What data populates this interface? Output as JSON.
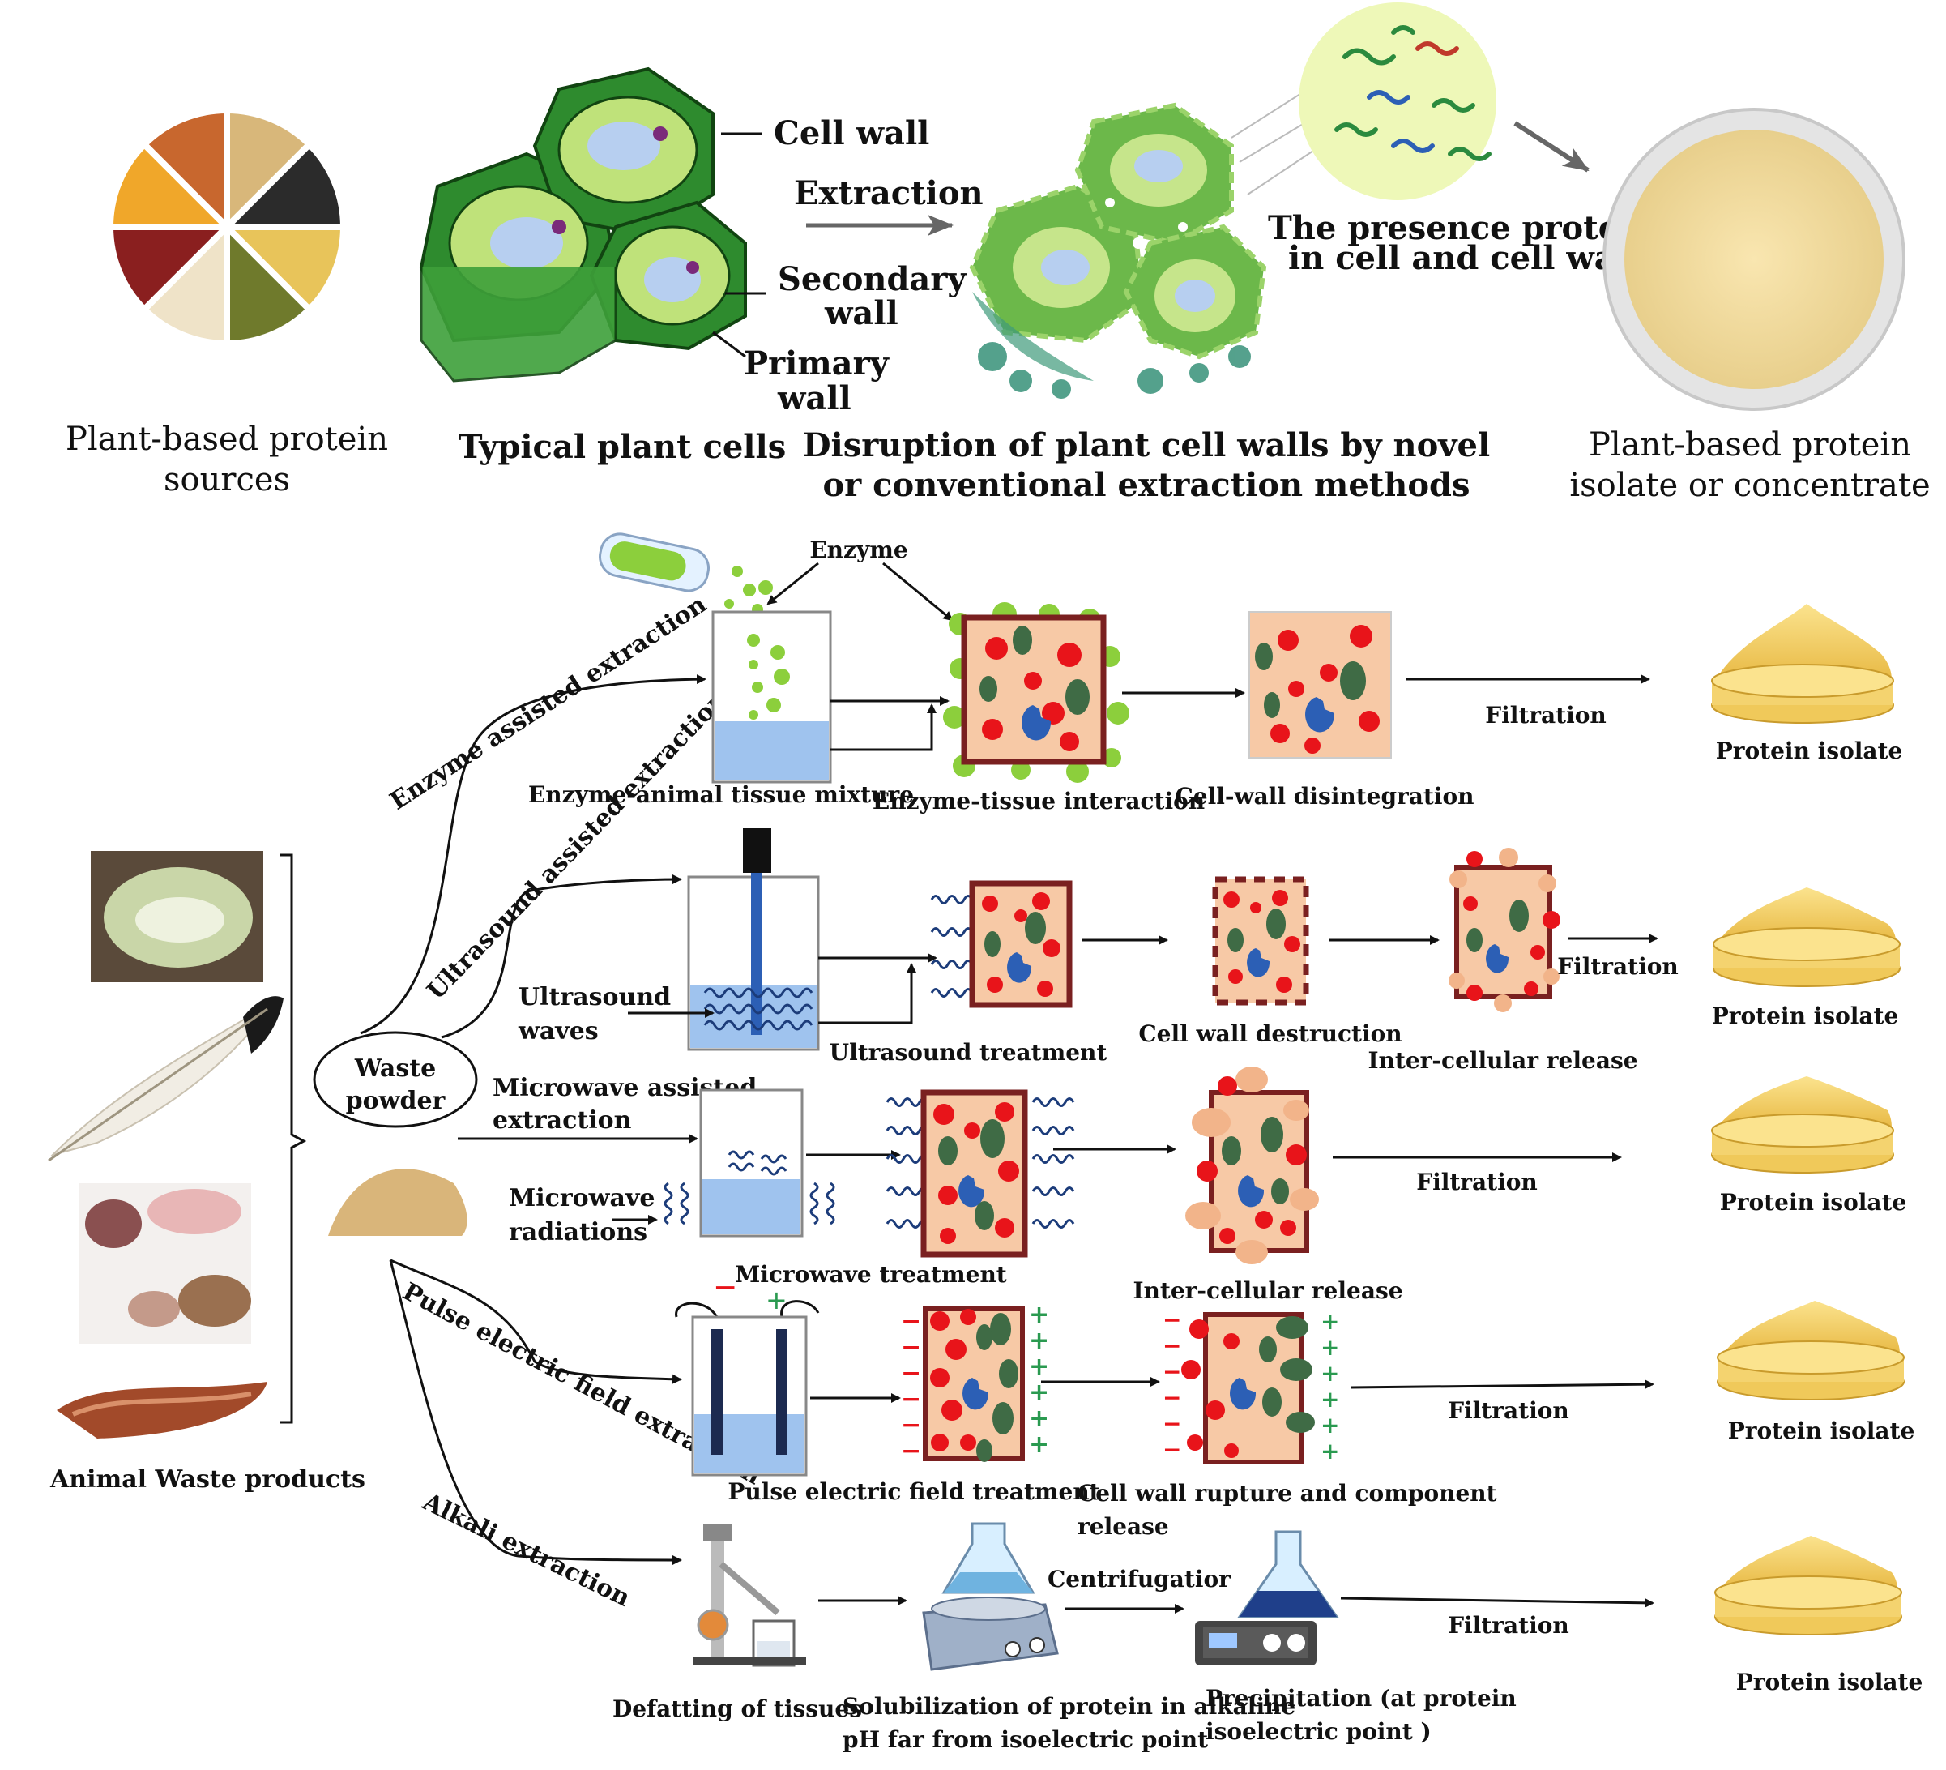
{
  "top": {
    "plant_sources": [
      "Plant-based protein",
      "sources"
    ],
    "typical_cells": "Typical plant cells",
    "cell_wall": "Cell wall",
    "extraction": "Extraction",
    "secondary_wall": [
      "Secondary",
      "wall"
    ],
    "primary_wall": [
      "Primary",
      "wall"
    ],
    "disruption": [
      "Disruption of plant cell walls by novel",
      "or conventional extraction methods"
    ],
    "presence": [
      "The presence proteins",
      "in cell and cell wall"
    ],
    "isolate_concentrate": [
      "Plant-based protein",
      "isolate or concentrate"
    ]
  },
  "bottom": {
    "animal_waste": "Animal Waste products",
    "waste_powder": [
      "Waste",
      "powder"
    ],
    "enzyme": "Enzyme",
    "enzyme_route": "Enzyme assisted extraction",
    "ultrasound_route": "Ultrasound assisted extraction",
    "microwave_route": [
      "Microwave assisted",
      "extraction"
    ],
    "pef_route": "Pulse electric field extraction",
    "alkali_route": "Alkali extraction",
    "enzyme_mixture": "Enzyme-animal tissue mixture",
    "enzyme_interaction": "Enzyme-tissue interaction",
    "cell_wall_disintegration": "Cell-wall disintegration",
    "ultrasound_waves": [
      "Ultrasound",
      "waves"
    ],
    "ultrasound_treatment": "Ultrasound treatment",
    "cell_wall_destruction": "Cell wall destruction",
    "inter_cellular_release_1": "Inter-cellular release",
    "microwave_radiations": [
      "Microwave",
      "radiations"
    ],
    "microwave_treatment": "Microwave treatment",
    "inter_cellular_release_2": "Inter-cellular release",
    "pef_treatment": "Pulse electric field treatment",
    "cell_wall_rupture": [
      "Cell wall rupture and component",
      "release"
    ],
    "defatting": "Defatting of tissues",
    "solubilization": [
      "Solubilization of protein in alkaline",
      "pH far from isoelectric point"
    ],
    "centrifugation": "Centrifugatior",
    "precipitation": [
      "Precipitation (at protein",
      "isoelectric point )"
    ],
    "filtration": "Filtration",
    "protein_isolate": "Protein isolate"
  },
  "colors": {
    "cell_fill": "#f7c9a6",
    "cell_border": "#7a2020",
    "red_dot": "#e8141a",
    "green_dot": "#3f6b45",
    "blue_nucleus": "#2c5fb5",
    "enzyme_green": "#8ccf3c",
    "plant_green": "#3e9a2c",
    "beaker_water": "#9fc3ee",
    "protein_powder": "#f7dd84",
    "dish": "#f0c95a"
  }
}
